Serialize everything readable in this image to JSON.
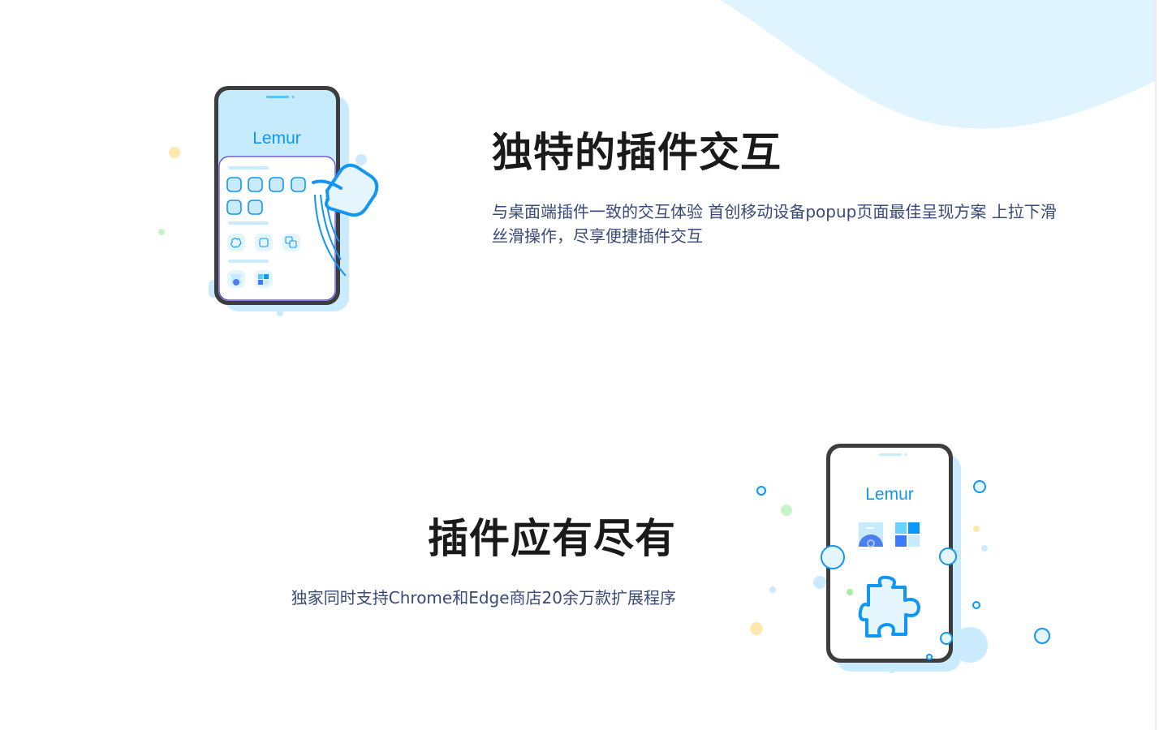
{
  "colors": {
    "heading": "#1a1a1a",
    "description": "#3a4a78",
    "accent_blue": "#1296f0",
    "light_blue_bg": "#dff4fe",
    "phone_frame": "#3d3d3d",
    "popup_border": "#5b3fd8"
  },
  "section1": {
    "title": "独特的插件交互",
    "description": "与桌面端插件一致的交互体验 首创移动设备popup页面最佳呈现方案 上拉下滑丝滑操作，尽享便捷插件交互",
    "phone": {
      "brand": "Lemur",
      "icons": [
        "puzzle-icon",
        "document-icon",
        "translate-icon",
        "chrome-icon",
        "windows-store-icon"
      ],
      "gesture": "swipe-hand-icon"
    }
  },
  "section2": {
    "title": "插件应有尽有",
    "description": "独家同时支持Chrome和Edge商店20余万款扩展程序",
    "phone": {
      "brand": "Lemur",
      "icons": [
        "chrome-store-icon",
        "edge-store-icon",
        "puzzle-icon"
      ]
    }
  }
}
